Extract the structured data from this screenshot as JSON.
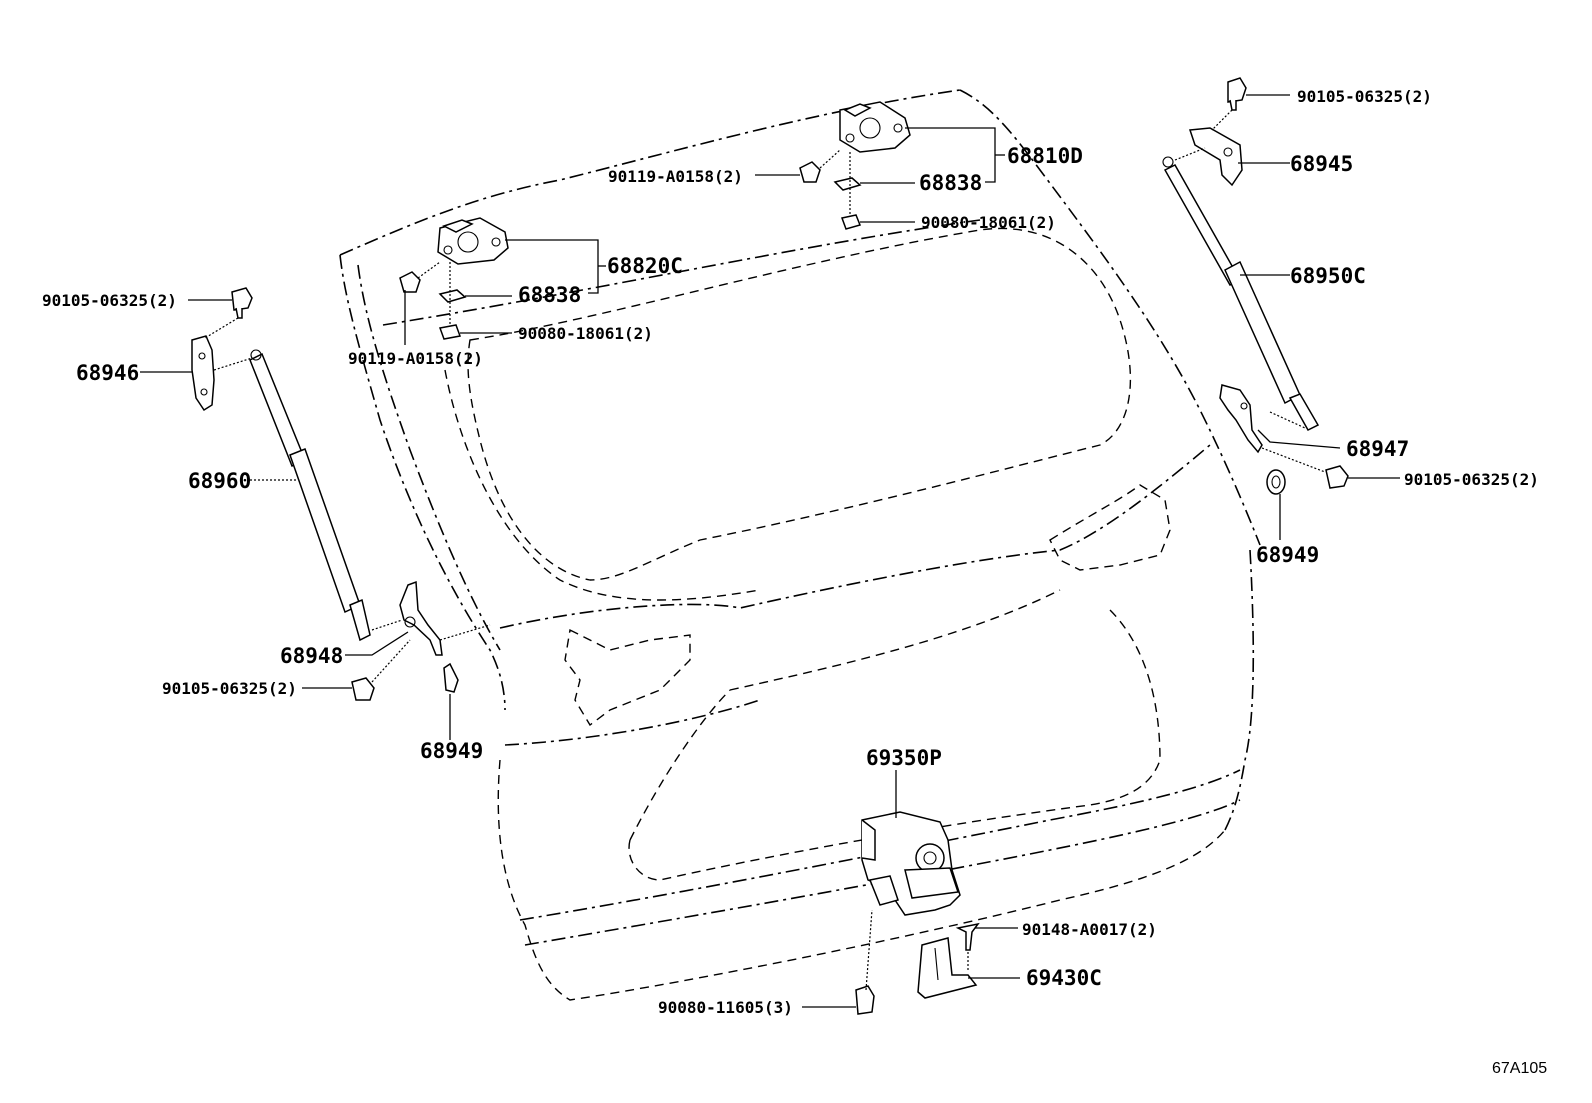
{
  "diagram_code": "67A105",
  "labels": {
    "p90105_top_right": "90105-06325(2)",
    "p68945": "68945",
    "p68810D": "68810D",
    "p68838_right": "68838",
    "p90119_top": "90119-A0158(2)",
    "p90080_top": "90080-18061(2)",
    "p68820C": "68820C",
    "p68838_left": "68838",
    "p90080_mid": "90080-18061(2)",
    "p90119_mid": "90119-A0158(2)",
    "p90105_left": "90105-06325(2)",
    "p68946": "68946",
    "p68950C": "68950C",
    "p68947": "68947",
    "p90105_right": "90105-06325(2)",
    "p68949_right": "68949",
    "p68960": "68960",
    "p68948": "68948",
    "p90105_bottom_left": "90105-06325(2)",
    "p68949_left": "68949",
    "p69350P": "69350P",
    "p90148": "90148-A0017(2)",
    "p69430C": "69430C",
    "p90080_bottom": "90080-11605(3)"
  }
}
